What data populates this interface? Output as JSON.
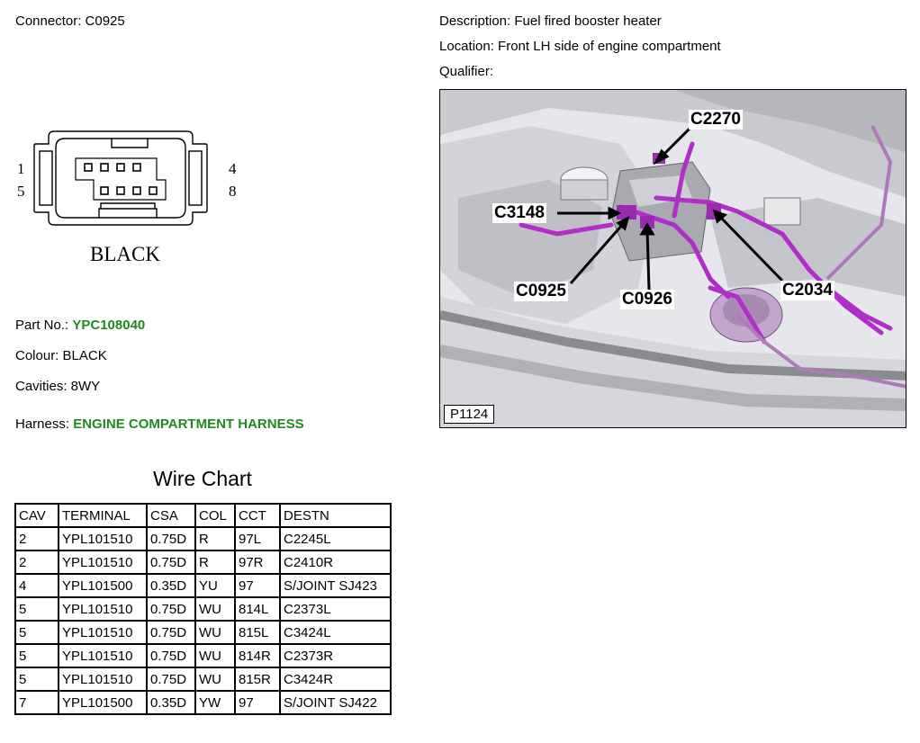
{
  "header": {
    "connector_label": "Connector: C0925",
    "description_label": "Description: Fuel fired booster heater",
    "location_label": "Location: Front LH side of engine compartment",
    "qualifier_label": "Qualifier:"
  },
  "connector_diagram": {
    "pin_top_left": "1",
    "pin_bottom_left": "5",
    "pin_top_right": "4",
    "pin_bottom_right": "8",
    "colour_text": "BLACK"
  },
  "details": {
    "part_no_label": "Part No.:",
    "part_no_value": "YPC108040",
    "colour_label": "Colour: BLACK",
    "cavities_label": "Cavities: 8WY",
    "harness_label": "Harness:",
    "harness_value": "ENGINE COMPARTMENT HARNESS"
  },
  "photo": {
    "reference": "P1124",
    "callouts": [
      "C2270",
      "C3148",
      "C0925",
      "C0926",
      "C2034"
    ],
    "colors": {
      "harness": "#b02fc8",
      "body": "#d7d8de",
      "shadow": "#8a8b90"
    }
  },
  "wire_chart": {
    "title": "Wire Chart",
    "headers": [
      "CAV",
      "TERMINAL",
      "CSA",
      "COL",
      "CCT",
      "DESTN"
    ],
    "rows": [
      [
        "2",
        "YPL101510",
        "0.75D",
        "R",
        "97L",
        "C2245L"
      ],
      [
        "2",
        "YPL101510",
        "0.75D",
        "R",
        "97R",
        "C2410R"
      ],
      [
        "4",
        "YPL101500",
        "0.35D",
        "YU",
        "97",
        "S/JOINT SJ423"
      ],
      [
        "5",
        "YPL101510",
        "0.75D",
        "WU",
        "814L",
        "C2373L"
      ],
      [
        "5",
        "YPL101510",
        "0.75D",
        "WU",
        "815L",
        "C3424L"
      ],
      [
        "5",
        "YPL101510",
        "0.75D",
        "WU",
        "814R",
        "C2373R"
      ],
      [
        "5",
        "YPL101510",
        "0.75D",
        "WU",
        "815R",
        "C3424R"
      ],
      [
        "7",
        "YPL101500",
        "0.35D",
        "YW",
        "97",
        "S/JOINT SJ422"
      ]
    ]
  }
}
